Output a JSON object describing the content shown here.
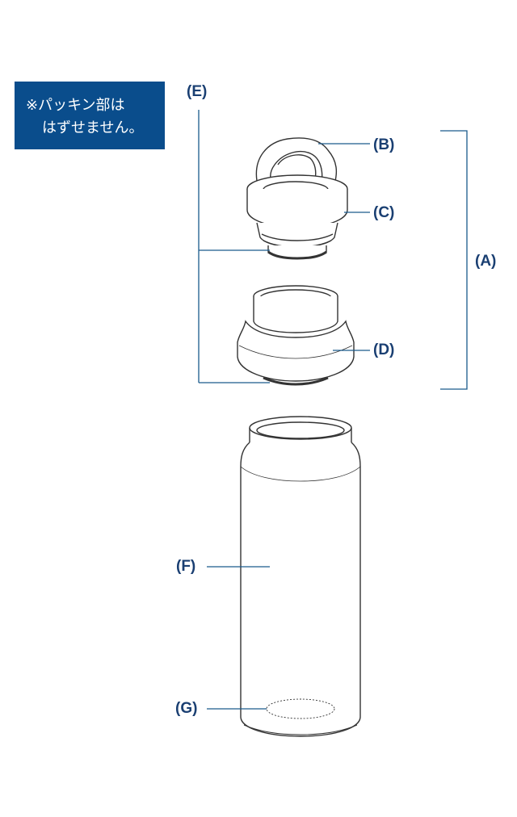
{
  "note": {
    "line1": "※パッキン部は",
    "line2": "はずせません。"
  },
  "labels": {
    "A": "(A)",
    "B": "(B)",
    "C": "(C)",
    "D": "(D)",
    "E": "(E)",
    "F": "(F)",
    "G": "(G)"
  },
  "colors": {
    "label": "#1a3f72",
    "note_bg": "#0a4d8c",
    "leader": "#1a5a8c",
    "outline": "#333333"
  }
}
